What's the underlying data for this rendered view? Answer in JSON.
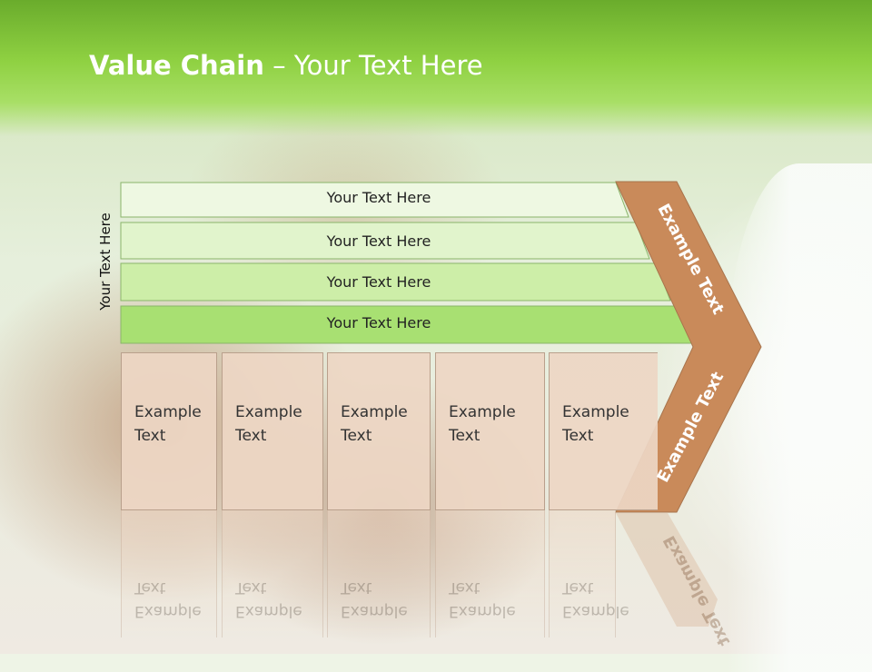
{
  "slide": {
    "title_bold": "Value Chain",
    "title_rest": " – Your Text Here",
    "side_label": "Your Text Here"
  },
  "rows": [
    {
      "label": "Your Text Here",
      "fill": "#eef8e2"
    },
    {
      "label": "Your Text Here",
      "fill": "#e1f4cc"
    },
    {
      "label": "Your Text Here",
      "fill": "#cdeea8"
    },
    {
      "label": "Your Text Here",
      "fill": "#a8e072"
    }
  ],
  "columns": [
    {
      "label": "Example\nText"
    },
    {
      "label": "Example\nText"
    },
    {
      "label": "Example\nText"
    },
    {
      "label": "Example\nText"
    },
    {
      "label": "Example\nText"
    }
  ],
  "chevron": {
    "upper_label": "Example Text",
    "lower_label": "Example Text",
    "fill": "#c98a5a"
  }
}
